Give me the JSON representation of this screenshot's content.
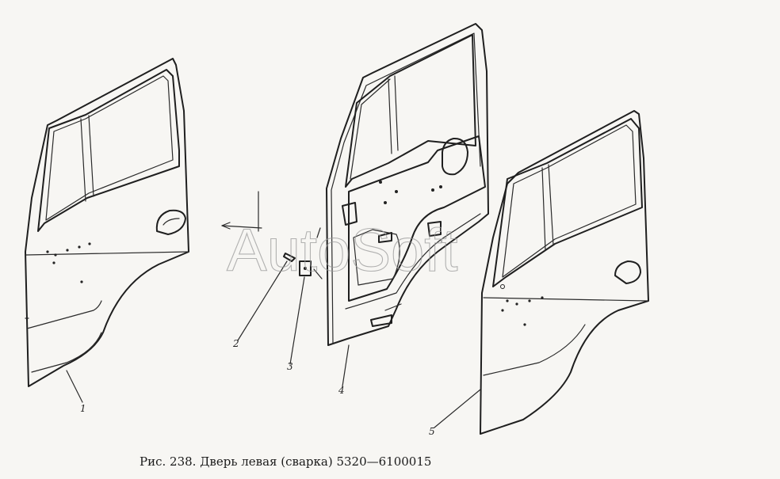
{
  "caption": "Рис. 238. Дверь левая (сварка) 5320—6100015",
  "watermark": "AutoSoft",
  "callouts": {
    "c1": "1",
    "c2": "2",
    "c3": "3",
    "c4": "4",
    "c5": "5"
  }
}
